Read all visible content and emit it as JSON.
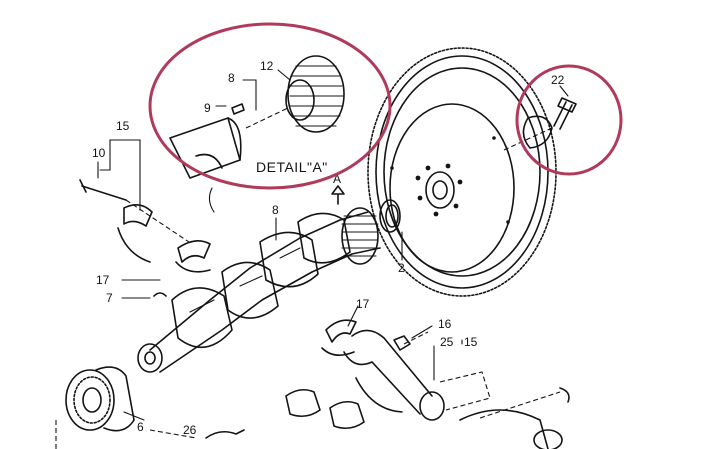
{
  "diagram": {
    "detail_title": "DETAIL\"A\"",
    "detail_arrow_letter": "A",
    "part_labels": {
      "p2": "2",
      "p6": "6",
      "p7": "7",
      "p8_detail": "8",
      "p8_main": "8",
      "p9": "9",
      "p10": "10",
      "p12": "12",
      "p15_left": "15",
      "p15_right": "15",
      "p16": "16",
      "p17_left": "17",
      "p17_right": "17",
      "p22": "22",
      "p25": "25",
      "p26": "26"
    },
    "highlight_color": "#b03a5b",
    "ink_color": "#141414"
  }
}
